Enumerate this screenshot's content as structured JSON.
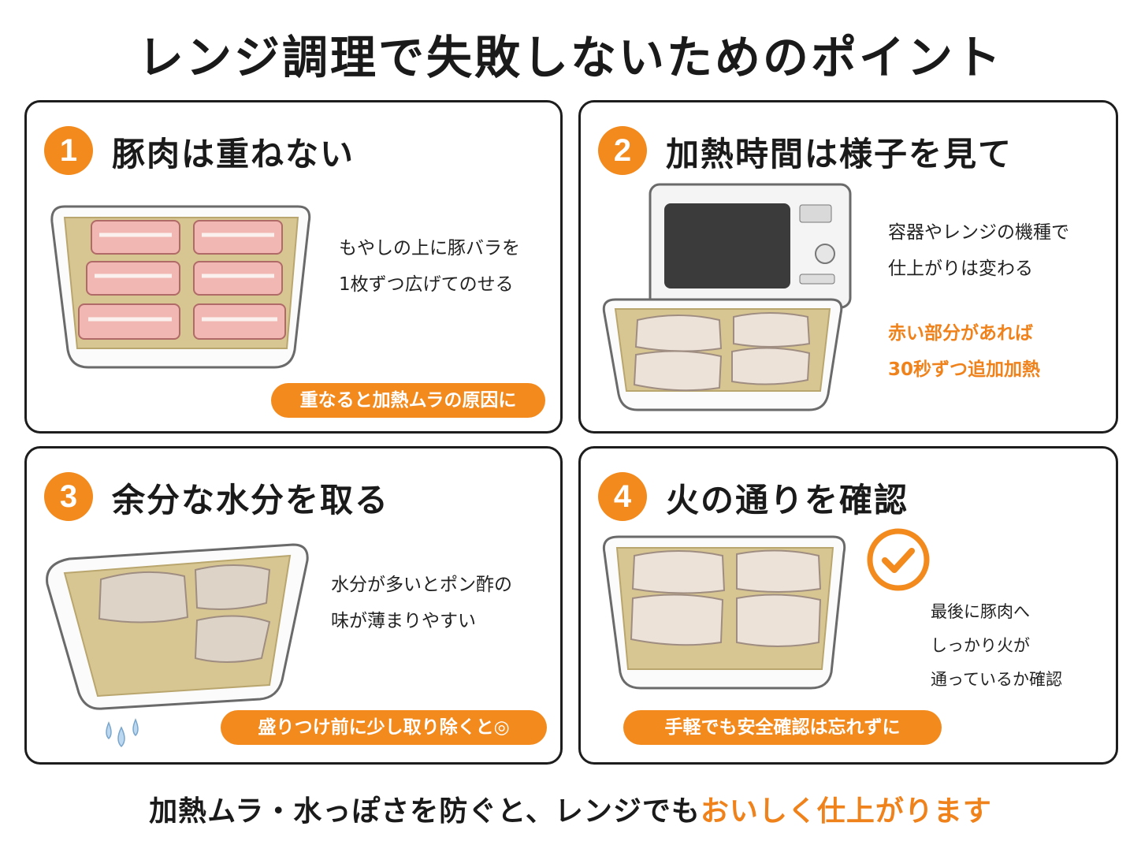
{
  "title": "レンジ調理で失敗しないためのポイント",
  "accent_color": "#f28a1e",
  "points": [
    {
      "number": "1",
      "heading": "豚肉は重ねない",
      "desc_lines": [
        "もやしの上に豚バラを",
        "1枚ずつ広げてのせる"
      ],
      "pill": "重なると加熱ムラの原因に"
    },
    {
      "number": "2",
      "heading": "加熱時間は様子を見て",
      "desc_lines": [
        "容器やレンジの機種で",
        "仕上がりは変わる"
      ],
      "highlight_lines": [
        "赤い部分があれば",
        "30秒ずつ追加加熱"
      ]
    },
    {
      "number": "3",
      "heading": "余分な水分を取る",
      "desc_lines": [
        "水分が多いとポン酢の",
        "味が薄まりやすい"
      ],
      "pill": "盛りつけ前に少し取り除くと◎"
    },
    {
      "number": "4",
      "heading": "火の通りを確認",
      "desc_lines": [
        "最後に豚肉へ",
        "しっかり火が",
        "通っているか確認"
      ],
      "pill": "手軽でも安全確認は忘れずに",
      "check_icon": "checkmark-circle-icon"
    }
  ],
  "footer": {
    "main": "加熱ムラ・水っぽさを防ぐと、レンジでも",
    "highlight": "おいしく仕上がります"
  }
}
